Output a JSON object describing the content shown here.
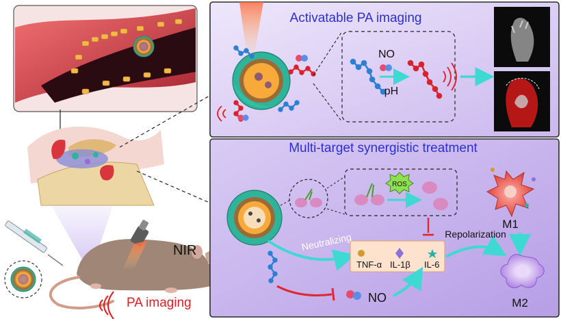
{
  "panels": {
    "top_title": "Activatable PA imaging",
    "bottom_title": "Multi-target synergistic treatment"
  },
  "activation": {
    "no_label": "NO",
    "ph_label": "pH"
  },
  "treatment": {
    "ros_label": "ROS",
    "neutralizing_label": "Neutralizing",
    "repolarization_label": "Repolarization",
    "cytokines": [
      "TNF-α",
      "IL-1β",
      "IL-6"
    ],
    "m1_label": "M1",
    "m2_label": "M2",
    "no_label": "NO"
  },
  "left": {
    "nir_label": "NIR",
    "pa_imaging_label": "PA imaging"
  },
  "colors": {
    "panel_border": "#2a2a2a",
    "panel_fill_top": "#ded2f3",
    "panel_fill_bottom": "#c9b5ec",
    "title_blue": "#2b2fd1",
    "arrow_cyan": "#3ed9d2",
    "inhibit_red": "#e0262e",
    "pa_red": "#e21b23",
    "cytokine_box": "#fde3cd"
  }
}
